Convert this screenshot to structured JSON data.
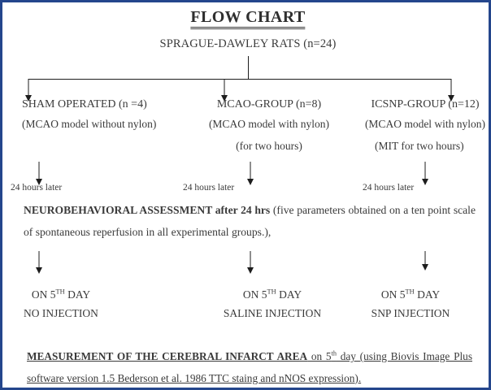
{
  "document": {
    "title": "FLOW CHART",
    "border_color": "#24468c",
    "text_color": "#3a3a3a",
    "line_color": "#1d1d1d"
  },
  "root": {
    "label": "SPRAGUE-DAWLEY RATS (n=24)"
  },
  "groups": [
    {
      "name": "SHAM OPERATED (n =4)",
      "line2": "(MCAO model without nylon)",
      "line3": "",
      "timepoint": "24 hours later",
      "day5_label": "ON 5",
      "day5_sup": "TH",
      "day5_suffix": " DAY",
      "injection": "NO INJECTION"
    },
    {
      "name": "MCAO-GROUP (n=8)",
      "line2": "(MCAO model with nylon)",
      "line3": "(for two hours)",
      "timepoint": "24 hours later",
      "day5_label": "ON 5",
      "day5_sup": "TH",
      "day5_suffix": " DAY",
      "injection": "SALINE INJECTION"
    },
    {
      "name": "ICSNP-GROUP (n=12)",
      "line2": "(MCAO model with nylon)",
      "line3": "(MIT for two hours)",
      "timepoint": "24 hours later",
      "day5_label": "ON 5",
      "day5_sup": "TH",
      "day5_suffix": " DAY",
      "injection": "SNP INJECTION"
    }
  ],
  "assessment": {
    "bold_part": "NEUROBEHAVIORAL ASSESSMENT after 24 hrs",
    "rest_part": " (five parameters obtained on a ten point scale of spontaneous reperfusion in all experimental groups.),"
  },
  "measurement": {
    "bold_part": "MEASUREMENT OF THE CEREBRAL INFARCT AREA",
    "mid_part": " on 5",
    "sup_part": "th",
    "rest_part": " day (using Biovis Image Plus software version 1.5 Bederson et al. 1986 TTC staing and nNOS expression)."
  }
}
